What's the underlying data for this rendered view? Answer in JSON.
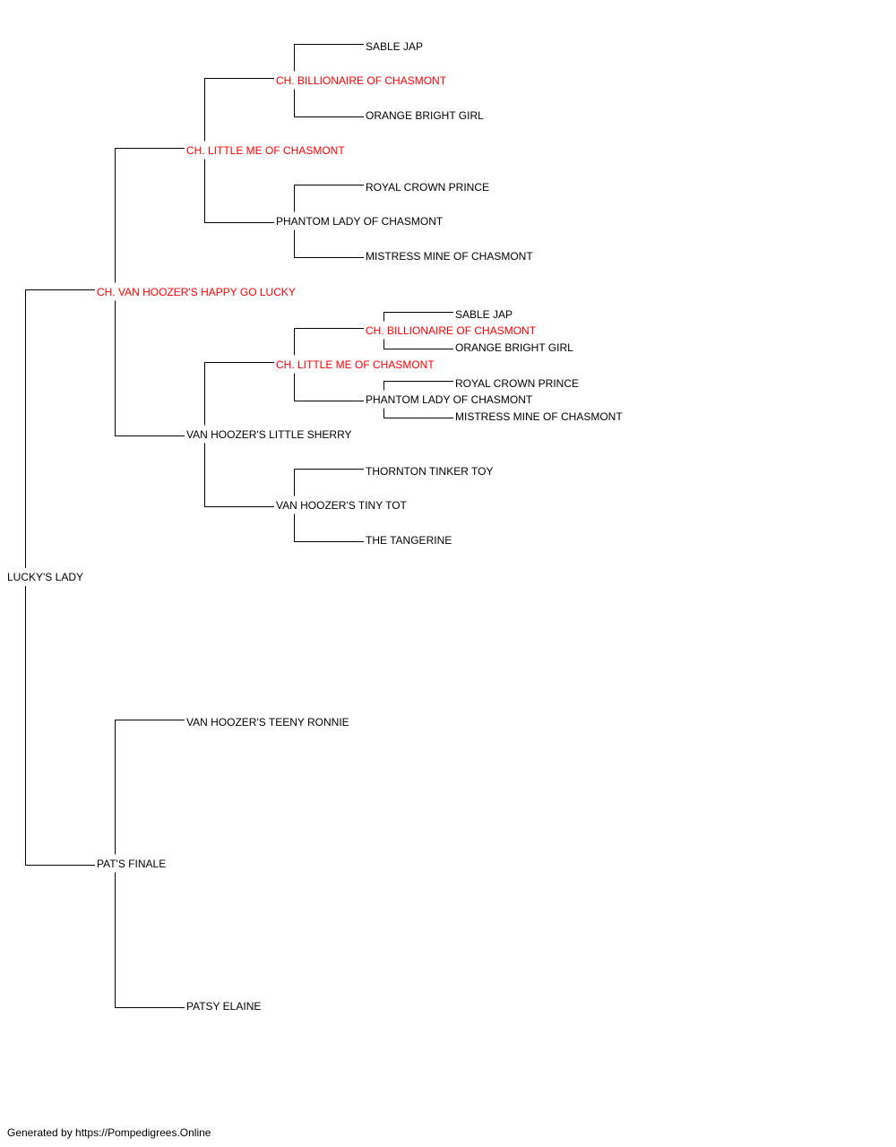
{
  "colors": {
    "plain": "#000000",
    "champion": "#ff0000",
    "connector": "#000000",
    "background": "#ffffff"
  },
  "pedigree": {
    "name": "LUCKY'S LADY",
    "champion": false,
    "sire": {
      "name": "CH. VAN HOOZER'S HAPPY GO LUCKY",
      "champion": true,
      "sire": {
        "name": "CH. LITTLE ME OF CHASMONT",
        "champion": true,
        "sire": {
          "name": "CH. BILLIONAIRE OF CHASMONT",
          "champion": true,
          "sire": {
            "name": "SABLE JAP",
            "champion": false
          },
          "dam": {
            "name": "ORANGE BRIGHT GIRL",
            "champion": false
          }
        },
        "dam": {
          "name": "PHANTOM LADY OF CHASMONT",
          "champion": false,
          "sire": {
            "name": "ROYAL CROWN PRINCE",
            "champion": false
          },
          "dam": {
            "name": "MISTRESS MINE OF CHASMONT",
            "champion": false
          }
        }
      },
      "dam": {
        "name": "VAN HOOZER'S LITTLE SHERRY",
        "champion": false,
        "sire": {
          "name": "CH. LITTLE ME OF CHASMONT",
          "champion": true,
          "sire": {
            "name": "CH. BILLIONAIRE OF CHASMONT",
            "champion": true,
            "sire": {
              "name": "SABLE JAP",
              "champion": false
            },
            "dam": {
              "name": "ORANGE BRIGHT GIRL",
              "champion": false
            }
          },
          "dam": {
            "name": "PHANTOM LADY OF CHASMONT",
            "champion": false,
            "sire": {
              "name": "ROYAL CROWN PRINCE",
              "champion": false
            },
            "dam": {
              "name": "MISTRESS MINE OF CHASMONT",
              "champion": false
            }
          }
        },
        "dam": {
          "name": "VAN HOOZER'S TINY TOT",
          "champion": false,
          "sire": {
            "name": "THORNTON TINKER TOY",
            "champion": false
          },
          "dam": {
            "name": "THE TANGERINE",
            "champion": false
          }
        }
      }
    },
    "dam": {
      "name": "PAT'S FINALE",
      "champion": false,
      "sire": {
        "name": "VAN HOOZER'S TEENY RONNIE",
        "champion": false
      },
      "dam": {
        "name": "PATSY ELAINE",
        "champion": false
      }
    }
  },
  "footer": {
    "text": "Generated by https://Pompedigrees.Online"
  }
}
